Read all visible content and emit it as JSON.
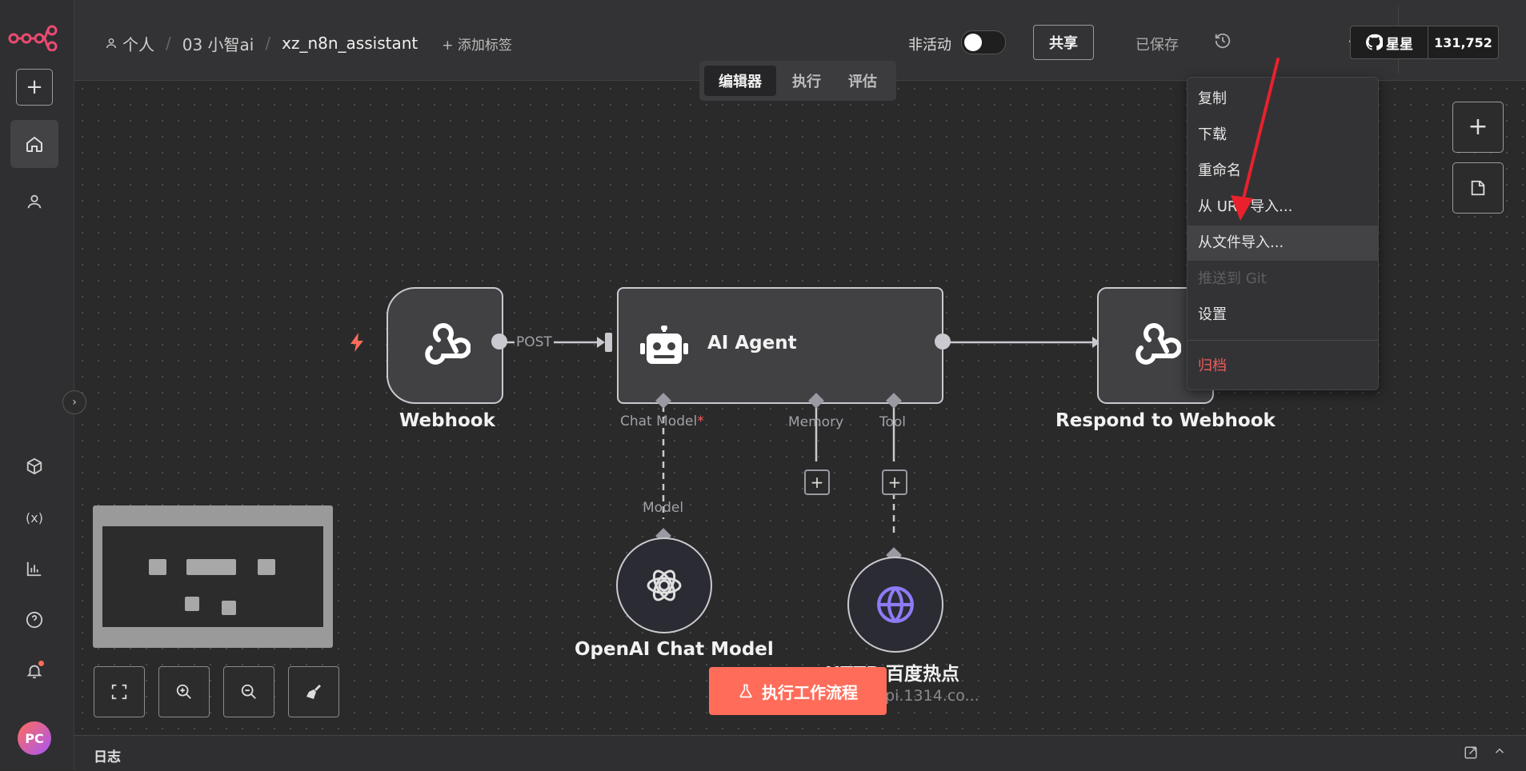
{
  "breadcrumb": {
    "owner": "个人",
    "project": "03 小智ai",
    "workflow": "xz_n8n_assistant",
    "add_tag": "+ 添加标签"
  },
  "header": {
    "inactive_label": "非活动",
    "share_label": "共享",
    "saved_label": "已保存",
    "github_label": "星星",
    "github_count": "131,752"
  },
  "tabs": [
    {
      "label": "编辑器",
      "active": true
    },
    {
      "label": "执行",
      "active": false
    },
    {
      "label": "评估",
      "active": false
    }
  ],
  "menu": {
    "items": [
      {
        "label": "复制",
        "disabled": false
      },
      {
        "label": "下载",
        "disabled": false
      },
      {
        "label": "重命名",
        "disabled": false
      },
      {
        "label": "从 URL 导入...",
        "disabled": false
      },
      {
        "label": "从文件导入...",
        "disabled": false,
        "highlighted": true
      },
      {
        "label": "推送到 Git",
        "disabled": true
      },
      {
        "label": "设置",
        "disabled": false
      },
      {
        "label": "归档",
        "disabled": false,
        "danger": true
      }
    ]
  },
  "nodes": {
    "webhook": "Webhook",
    "ai_agent": "AI Agent",
    "respond": "Respond to Webhook",
    "openai": "OpenAI Chat Model",
    "http": "HTTP 百度热点",
    "http_sub": "/api.1314.co..."
  },
  "connections": {
    "post": "POST",
    "chat_model": "Chat Model",
    "required_mark": "*",
    "memory": "Memory",
    "tool": "Tool",
    "model": "Model"
  },
  "execute_button": "执行工作流程",
  "log_label": "日志",
  "avatar_initials": "PC",
  "colors": {
    "accent": "#ff6d5a",
    "danger": "#f25c5c",
    "arrow": "#e8212c"
  }
}
